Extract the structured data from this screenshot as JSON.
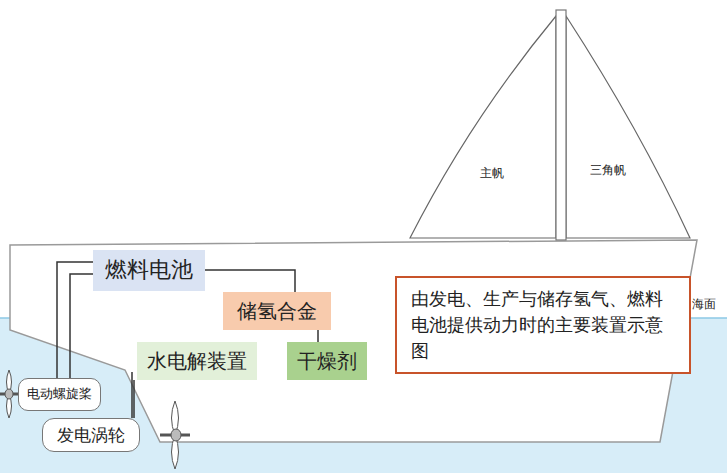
{
  "diagram": {
    "nodes": [
      {
        "text": [
          "燃料电池"
        ]
      },
      {
        "text": [
          "储氢合金"
        ]
      },
      {
        "text": [
          "水电解装置"
        ]
      },
      {
        "text": [
          "干燥剂"
        ]
      },
      {
        "text": [
          "由发电、生产与储存氢气、燃料电池提供动力时的主要装置示意图"
        ]
      },
      {
        "text": [
          "电动螺旋桨"
        ]
      },
      {
        "text": [
          "发电涡轮"
        ]
      }
    ],
    "edges": [
      {
        "from": 0,
        "to": 1,
        "arrow": "none"
      },
      {
        "from": 1,
        "to": 3,
        "arrow": "none"
      },
      {
        "from": 0,
        "to": 5,
        "arrow": "none"
      },
      {
        "from": 6,
        "to": 2,
        "arrow": "none"
      }
    ],
    "labels": [
      "主帆",
      "三角帆",
      "海面"
    ]
  }
}
